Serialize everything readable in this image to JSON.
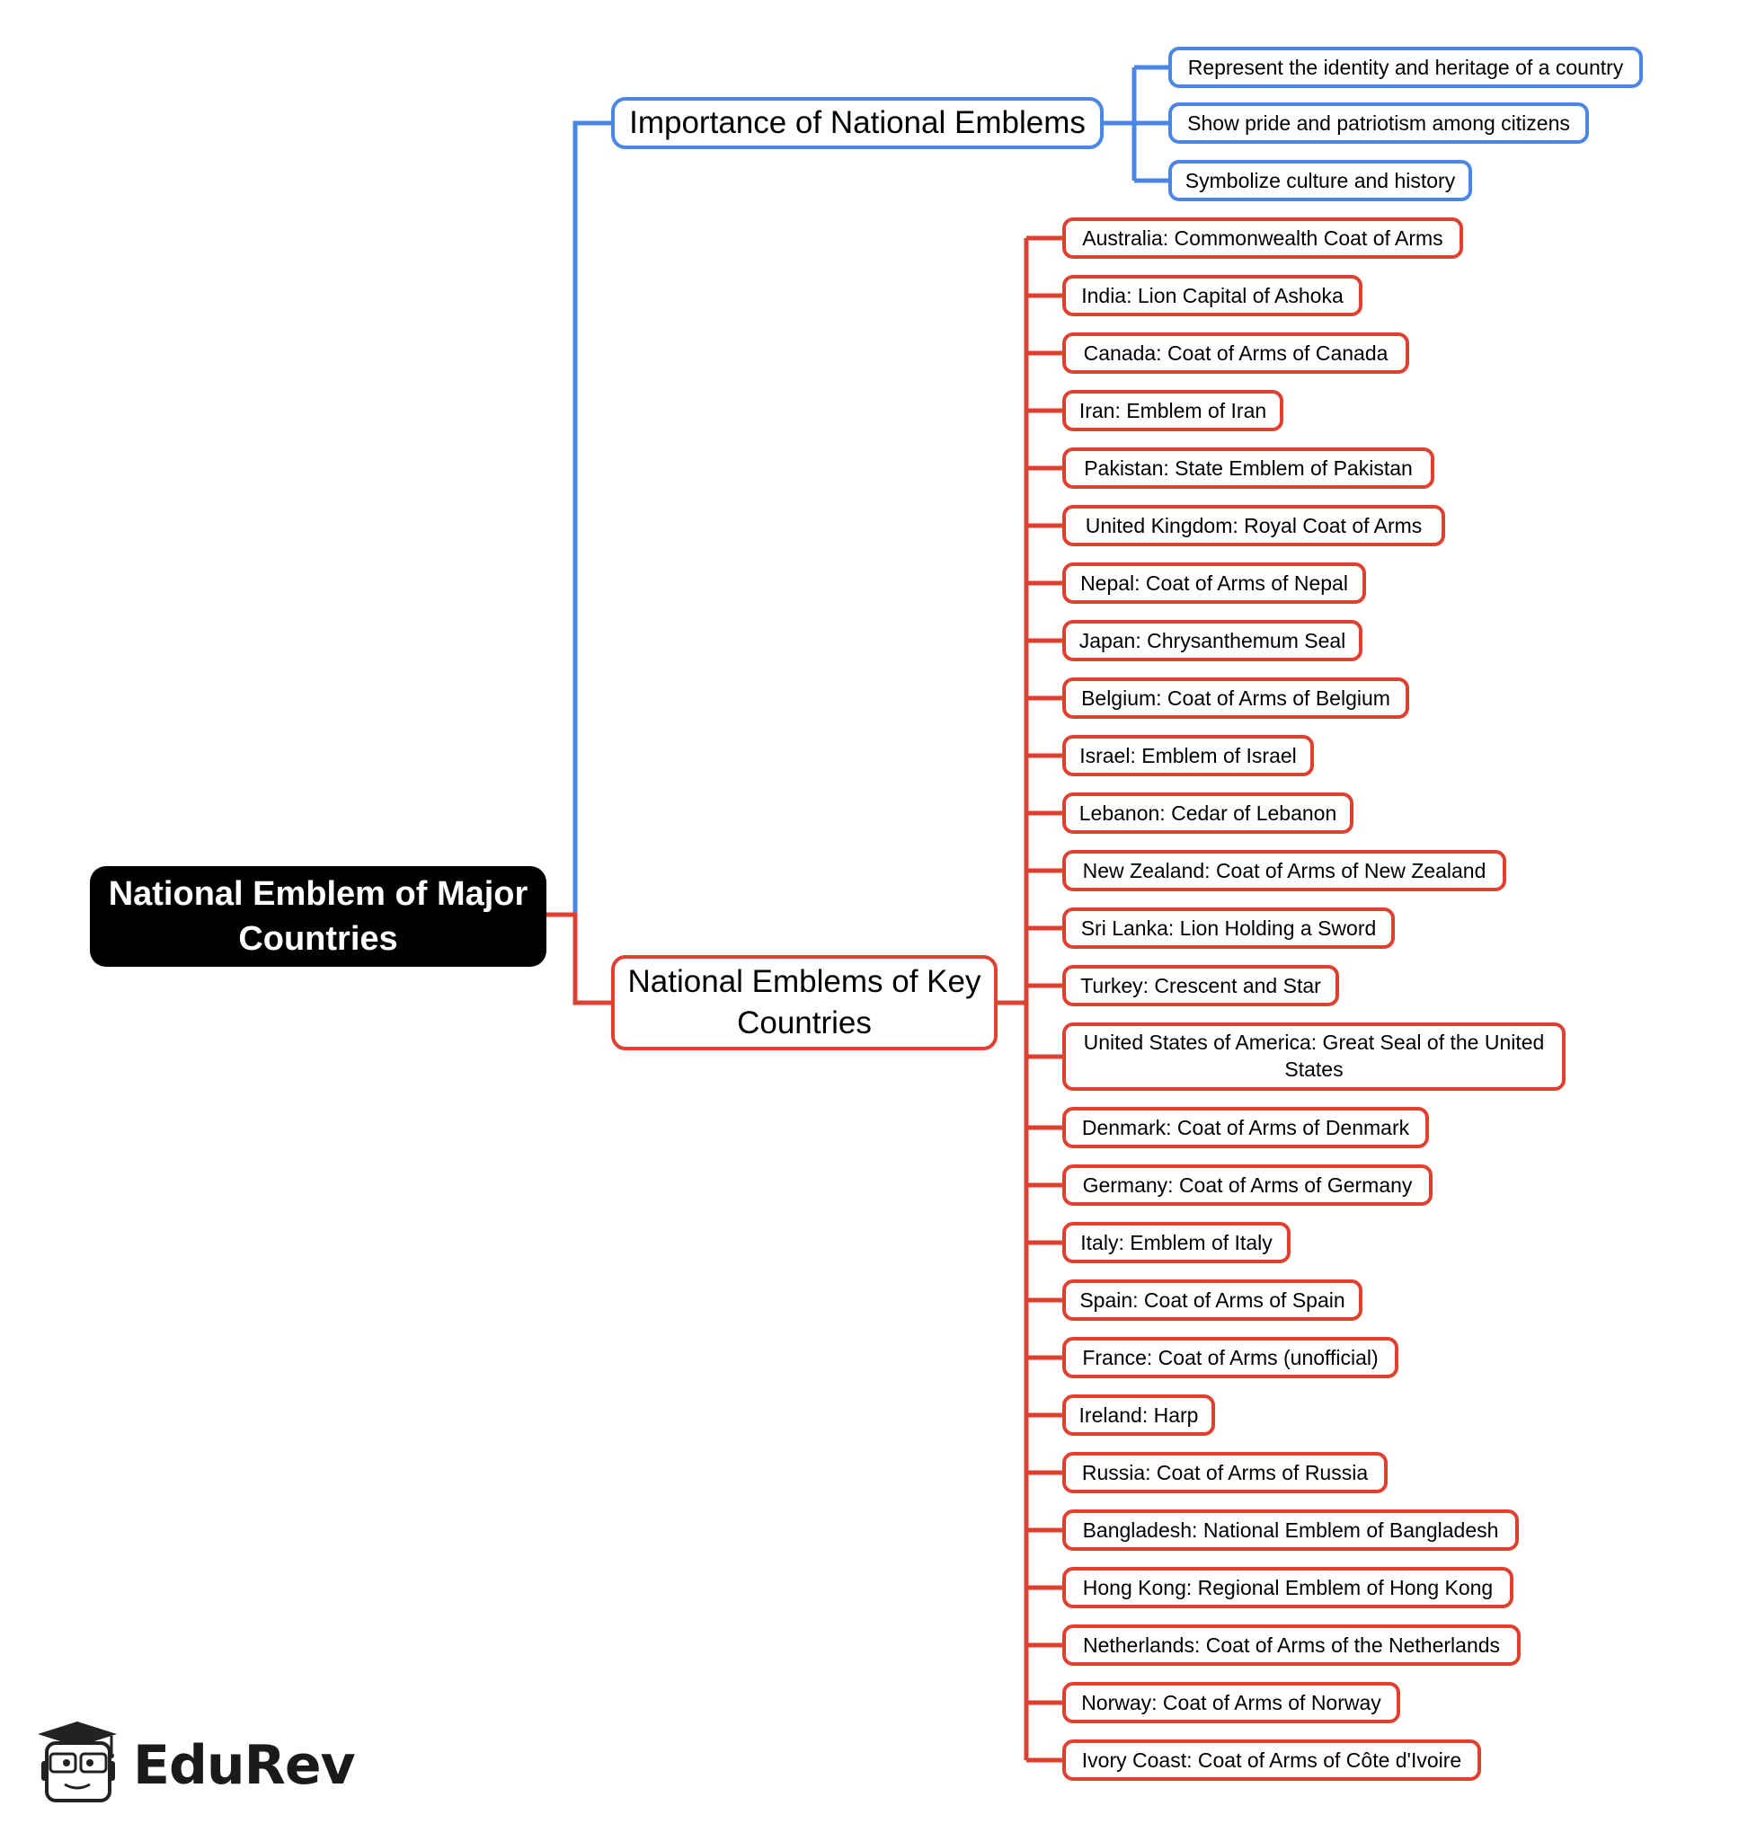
{
  "root": {
    "label": "National Emblem of Major Countries"
  },
  "importance": {
    "label": "Importance of National Emblems",
    "items": [
      "Represent the identity and heritage of a country",
      "Show pride and patriotism among citizens",
      "Symbolize culture and history"
    ]
  },
  "emblems": {
    "label": "National Emblems of Key Countries",
    "items": [
      "Australia: Commonwealth Coat of Arms",
      "India: Lion Capital of Ashoka",
      "Canada: Coat of Arms of Canada",
      "Iran: Emblem of Iran",
      "Pakistan: State Emblem of Pakistan",
      "United Kingdom: Royal Coat of Arms",
      "Nepal: Coat of Arms of Nepal",
      "Japan: Chrysanthemum Seal",
      "Belgium: Coat of Arms of Belgium",
      "Israel: Emblem of Israel",
      "Lebanon: Cedar of Lebanon",
      "New Zealand: Coat of Arms of New Zealand",
      "Sri Lanka: Lion Holding a Sword",
      "Turkey: Crescent and Star",
      "United States of America: Great Seal of the United States",
      "Denmark: Coat of Arms of Denmark",
      "Germany: Coat of Arms of Germany",
      "Italy: Emblem of Italy",
      "Spain: Coat of Arms of Spain",
      "France: Coat of Arms (unofficial)",
      "Ireland: Harp",
      "Russia: Coat of Arms of Russia",
      "Bangladesh: National Emblem of Bangladesh",
      "Hong Kong: Regional Emblem of Hong Kong",
      "Netherlands: Coat of Arms of the Netherlands",
      "Norway: Coat of Arms of Norway",
      "Ivory Coast: Coat of Arms of Côte d'Ivoire"
    ]
  },
  "colors": {
    "blue": "#4a86e8",
    "red": "#e04030",
    "root_bg": "#000000"
  },
  "logo": {
    "text": "EduRev",
    "icon": "graduate-mascot-icon"
  }
}
